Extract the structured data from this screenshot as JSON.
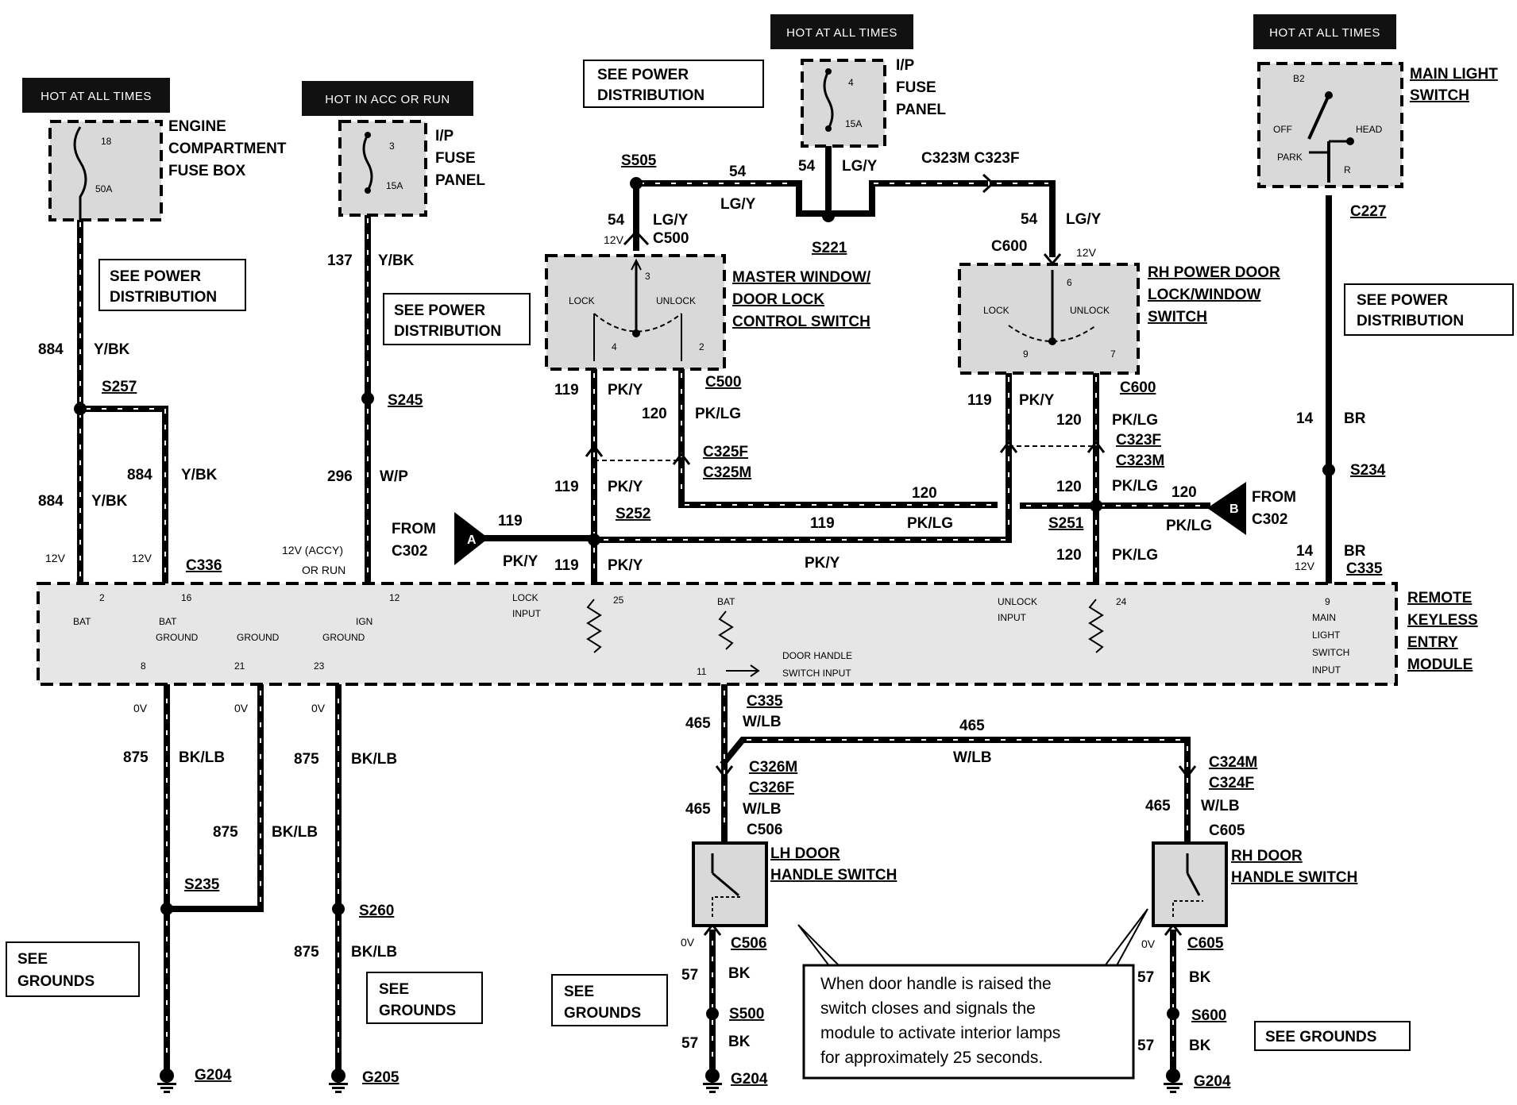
{
  "hot": {
    "h1": "HOT AT ALL TIMES",
    "h2": "HOT IN ACC OR RUN",
    "h3": "HOT AT ALL TIMES",
    "h4": "HOT AT ALL TIMES"
  },
  "components": {
    "engine_fuse": [
      "ENGINE",
      "COMPARTMENT",
      "FUSE BOX"
    ],
    "engine_fuse_num": "18",
    "engine_fuse_amp": "50A",
    "ip_fuse1": [
      "I/P",
      "FUSE",
      "PANEL"
    ],
    "ip_fuse1_num": "3",
    "ip_fuse1_amp": "15A",
    "ip_fuse2": [
      "I/P",
      "FUSE",
      "PANEL"
    ],
    "ip_fuse2_num": "4",
    "ip_fuse2_amp": "15A",
    "main_light": [
      "MAIN LIGHT",
      "SWITCH"
    ],
    "main_light_terms": [
      "B2",
      "OFF",
      "HEAD",
      "PARK",
      "R"
    ],
    "master_switch": [
      "MASTER WINDOW/",
      "DOOR LOCK",
      "CONTROL SWITCH"
    ],
    "rh_switch": [
      "RH POWER DOOR",
      "LOCK/WINDOW",
      "SWITCH"
    ],
    "switch_labels": {
      "lock": "LOCK",
      "unlock": "UNLOCK"
    },
    "master_pins": [
      "3",
      "4",
      "2"
    ],
    "rh_pins": [
      "6",
      "9",
      "7"
    ],
    "module": [
      "REMOTE",
      "KEYLESS",
      "ENTRY",
      "MODULE"
    ],
    "lh_handle": [
      "LH DOOR",
      "HANDLE SWITCH"
    ],
    "rh_handle": [
      "RH DOOR",
      "HANDLE SWITCH"
    ]
  },
  "see": {
    "power_dist": "SEE POWER DISTRIBUTION",
    "power_dist_l1": "SEE POWER",
    "power_dist_l2": "DISTRIBUTION",
    "grounds_l1": "SEE",
    "grounds_l2": "GROUNDS",
    "grounds_single": "SEE GROUNDS"
  },
  "module_pins": {
    "p2": "2",
    "bat": "BAT",
    "p16": "16",
    "bat_ground": [
      "BAT",
      "GROUND"
    ],
    "p12": "12",
    "ign": "IGN",
    "ground": "GROUND",
    "ign_ground": [
      "IGN",
      "GROUND"
    ],
    "p8": "8",
    "p21": "21",
    "p23": "23",
    "lock_input": [
      "LOCK",
      "INPUT"
    ],
    "p25": "25",
    "bat2": "BAT",
    "p11": "11",
    "door_handle": [
      "DOOR HANDLE",
      "SWITCH INPUT"
    ],
    "unlock_input": [
      "UNLOCK",
      "INPUT"
    ],
    "p24": "24",
    "p9": "9",
    "main_light_input": [
      "MAIN",
      "LIGHT",
      "SWITCH",
      "INPUT"
    ]
  },
  "wires": {
    "w884": "884",
    "yb": "Y/BK",
    "w137": "137",
    "w296": "296",
    "wp": "W/P",
    "w54": "54",
    "lgy": "LG/Y",
    "w119": "119",
    "pky": "PK/Y",
    "w120": "120",
    "pklg": "PK/LG",
    "w14": "14",
    "br": "BR",
    "w875": "875",
    "bklb": "BK/LB",
    "w465": "465",
    "wlb": "W/LB",
    "w57": "57",
    "bk": "BK"
  },
  "connectors": {
    "s257": "S257",
    "s245": "S245",
    "s505": "S505",
    "s221": "S221",
    "c500": "C500",
    "c600": "C600",
    "c323": "C323M C323F",
    "c227": "C227",
    "s234": "S234",
    "c325f": "C325F",
    "c325m": "C325M",
    "c323f": "C323F",
    "c323m": "C323M",
    "s252": "S252",
    "s251": "S251",
    "c336": "C336",
    "c335": "C335",
    "s235": "S235",
    "s260": "S260",
    "c326m": "C326M",
    "c326f": "C326F",
    "c324m": "C324M",
    "c324f": "C324F",
    "c506": "C506",
    "c605": "C605",
    "s500": "S500",
    "s600": "S600",
    "g204": "G204",
    "g205": "G205"
  },
  "volts": {
    "v12": "12V",
    "v0": "0V",
    "accy": [
      "12V (ACCY)",
      "OR RUN"
    ]
  },
  "from": {
    "a": "A",
    "b": "B",
    "from_l1": "FROM",
    "from_l2": "C302"
  },
  "note": [
    "When door handle is raised the",
    "switch closes and signals the",
    "module to activate interior lamps",
    "for approximately 25 seconds."
  ]
}
